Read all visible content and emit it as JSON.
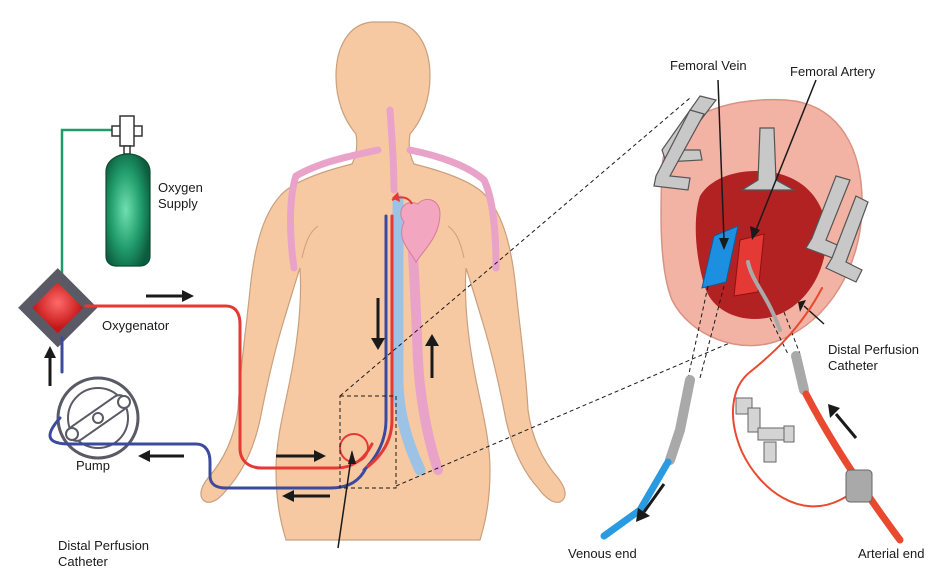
{
  "labels": {
    "oxygen_supply": [
      "Oxygen",
      "Supply"
    ],
    "oxygenator": "Oxygenator",
    "pump": "Pump",
    "distal_perfusion_left": [
      "Distal Perfusion",
      "Catheter"
    ],
    "femoral_vein": "Femoral Vein",
    "femoral_artery": "Femoral Artery",
    "distal_perfusion_right": [
      "Distal Perfusion",
      "Catheter"
    ],
    "venous_end": "Venous end",
    "arterial_end": "Arterial end"
  },
  "colors": {
    "skin": "#f7c9a3",
    "skin_outline": "#b58a6a",
    "arterial": "#e53935",
    "venous": "#3b4a9c",
    "vessel_pink": "#e9a3c8",
    "vessel_blue": "#9cc3e6",
    "oxygen_green": "#1f9a6a",
    "oxygenator_red": "#e52b2b",
    "oxygenator_frame": "#5a5a66",
    "catheter_gray": "#a9a9a9",
    "femoral_vein_blue": "#1d8fe0",
    "tissue_pink": "#f2b3a4",
    "venous_tube_blue": "#2a9be0",
    "arterial_tube_red": "#e8492f"
  }
}
